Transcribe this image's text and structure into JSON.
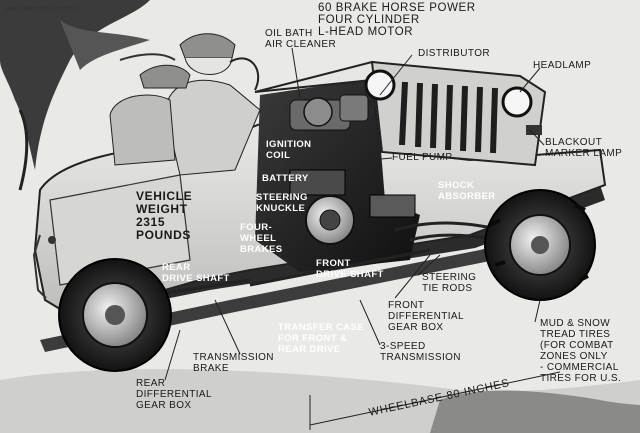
{
  "watermark": "www.jeepmuseum.com",
  "labels": {
    "engine": "60 BRAKE HORSE POWER\nFOUR CYLINDER\nL-HEAD MOTOR",
    "air_cleaner": "OIL BATH\nAIR CLEANER",
    "distributor": "DISTRIBUTOR",
    "headlamp": "HEADLAMP",
    "blackout": "BLACKOUT\nMARKER LAMP",
    "ignition": "IGNITION\nCOIL",
    "battery": "BATTERY",
    "fuel_pump": "FUEL PUMP",
    "steering_knuckle": "STEERING\nKNUCKLE",
    "shock_absorber": "SHOCK\nABSORBER",
    "vehicle_weight": "VEHICLE\nWEIGHT\n2315\nPOUNDS",
    "four_wheel_brakes": "FOUR-\nWHEEL\nBRAKES",
    "rear_drive_shaft": "REAR\nDRIVE SHAFT",
    "front_drive_shaft": "FRONT\nDRIVE SHAFT",
    "steering_tie_rods": "STEERING\nTIE RODS",
    "front_diff": "FRONT\nDIFFERENTIAL\nGEAR BOX",
    "transfer_case": "TRANSFER CASE\nFOR FRONT &\nREAR DRIVE",
    "transmission_brake": "TRANSMISSION\nBRAKE",
    "three_speed": "3-SPEED\nTRANSMISSION",
    "mud_snow": "MUD & SNOW\nTREAD TIRES\n(FOR COMBAT\nZONES ONLY\n- COMMERCIAL\nTIRES FOR U.S.",
    "rear_diff": "REAR\nDIFFERENTIAL\nGEAR BOX",
    "wheelbase": "WHEELBASE 80 INCHES"
  }
}
